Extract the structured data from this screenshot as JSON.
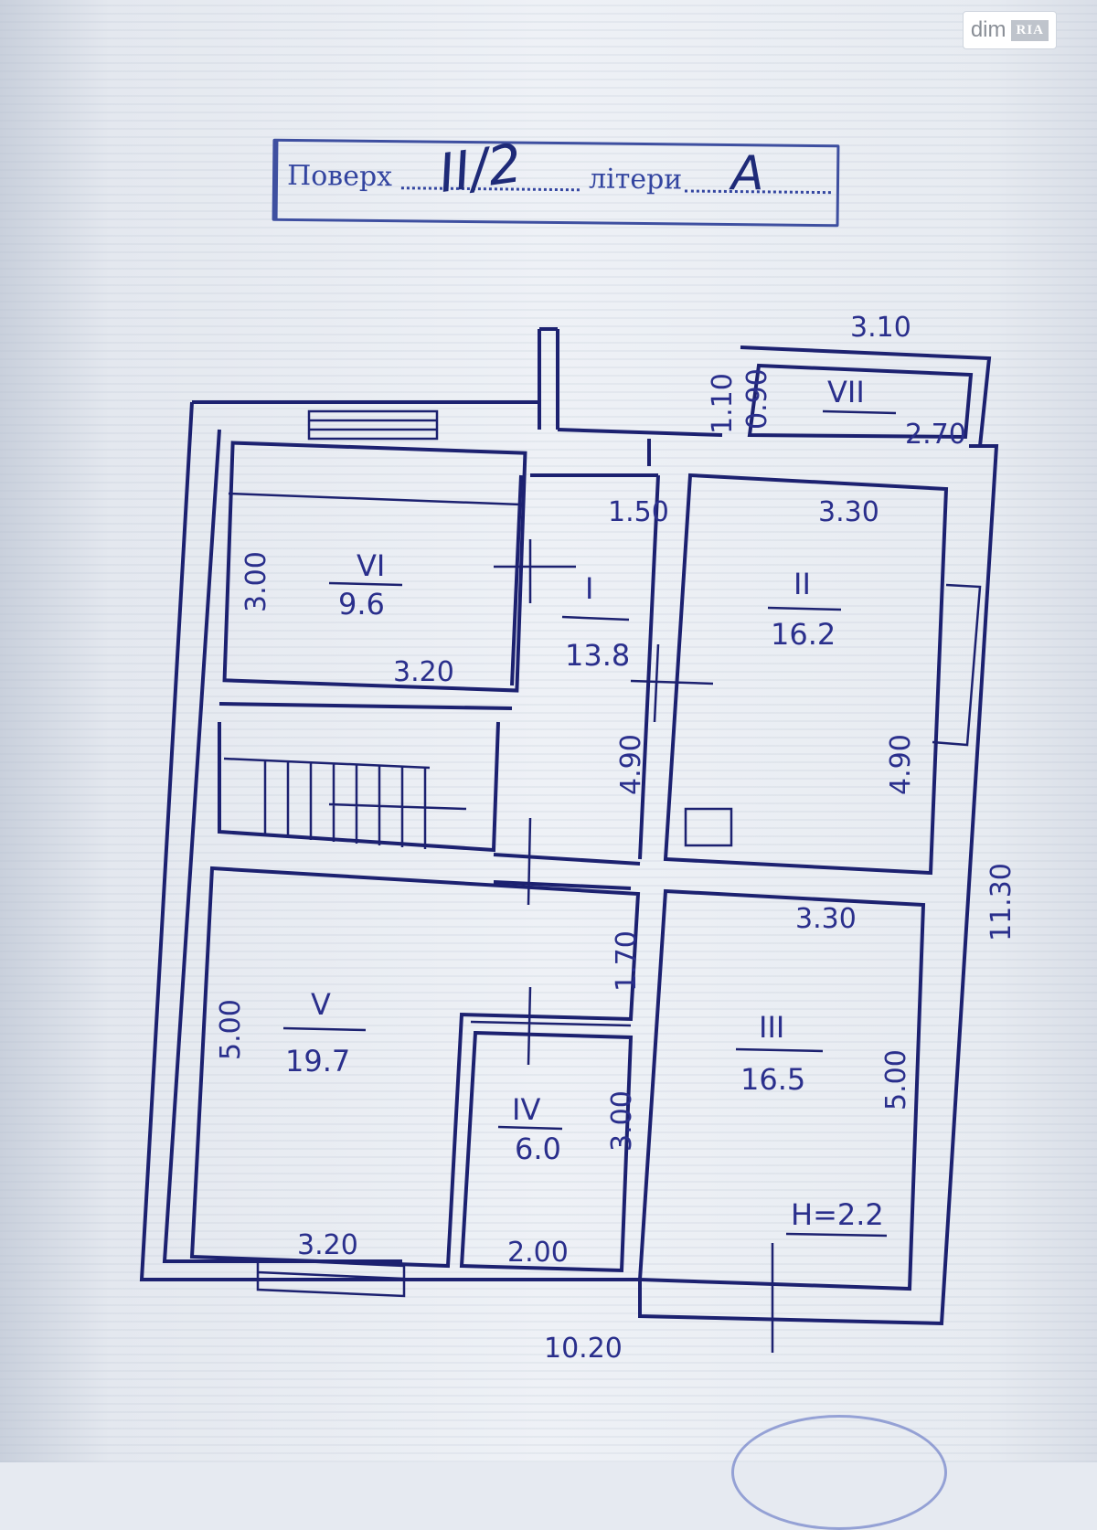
{
  "watermark": {
    "text": "dim",
    "badge": "RIA"
  },
  "stamp": {
    "floor_label": "Поверх",
    "floor_value": "II/2",
    "letters_label": "літери",
    "letters_value": "А"
  },
  "plan": {
    "rooms": [
      {
        "numeral": "I",
        "area": "13.8"
      },
      {
        "numeral": "II",
        "area": "16.2"
      },
      {
        "numeral": "III",
        "area": "16.5"
      },
      {
        "numeral": "IV",
        "area": "6.0"
      },
      {
        "numeral": "V",
        "area": "19.7"
      },
      {
        "numeral": "VI",
        "area": "9.6"
      },
      {
        "numeral": "VII",
        "area": ""
      }
    ],
    "dimensions": {
      "total_width": "10.20",
      "total_height": "11.30",
      "balcony_width": "3.10",
      "balcony_inner_width": "2.70",
      "balcony_depth": "1.10",
      "balcony_inner_depth": "0.90",
      "corridor_width": "1.50",
      "corridor_length": "4.90",
      "room2_width": "3.30",
      "room2_length": "4.90",
      "room3_width": "3.30",
      "room3_length": "5.00",
      "room4_width": "2.00",
      "room4_length": "3.00",
      "room5_width": "3.20",
      "room5_length": "5.00",
      "room6_width": "3.20",
      "room6_length": "3.00",
      "hall_gap": "1.70"
    },
    "ceiling_height": "Н=2.2"
  }
}
